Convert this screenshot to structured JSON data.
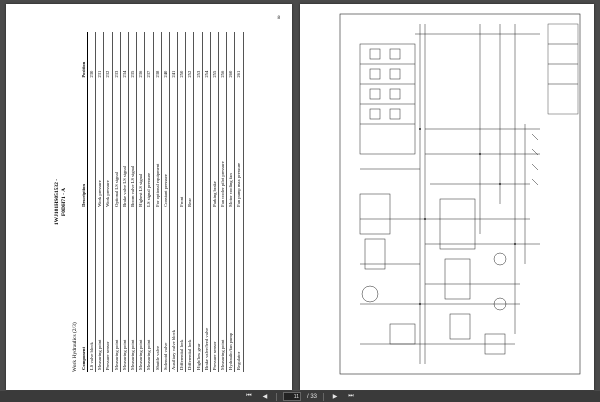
{
  "left_page": {
    "page_number": "8",
    "header_line1": "1WJ101HS051532 -",
    "header_line2": "F0DH71 - A",
    "table_title": "Work Hydraulics (2/3)",
    "columns": [
      "Component",
      "Description",
      "Position"
    ],
    "rows": [
      [
        "LS valve block",
        "",
        "230"
      ],
      [
        "Measuring point",
        "Work pressure",
        "231"
      ],
      [
        "Pressure sensor",
        "Work pressure",
        "232"
      ],
      [
        "Measuring point",
        "Optional LS signal",
        "233"
      ],
      [
        "Measuring point",
        "Brake valve LS signal",
        "234"
      ],
      [
        "Measuring point",
        "Boom valve LS signal",
        "235"
      ],
      [
        "Measuring point",
        "Highest LS signal",
        "236"
      ],
      [
        "Measuring point",
        "LS signal pressure",
        "237"
      ],
      [
        "Shuttle valve",
        "For optional equipment",
        "238"
      ],
      [
        "Solenoid valve",
        "Constant pressure",
        "240"
      ],
      [
        "Auxiliary valve block",
        "",
        "241"
      ],
      [
        "Differential lock",
        "Front",
        "250"
      ],
      [
        "Differential lock",
        "Rear",
        "252"
      ],
      [
        "High/low gear",
        "",
        "253"
      ],
      [
        "Brake valve/feed valve",
        "",
        "254"
      ],
      [
        "Pressure sensor",
        "Parking brake",
        "255"
      ],
      [
        "Measuring point",
        "Fan cooler pilot pressure",
        "256"
      ],
      [
        "Hydraulic/fan pump",
        "Motor cooling fan",
        "260"
      ],
      [
        "Regulator",
        "Fan pump max pressure",
        "261"
      ]
    ]
  },
  "toolbar": {
    "current_page": "11",
    "total_pages": "/ 33",
    "icons": [
      "first-page-icon",
      "prev-page-icon",
      "next-page-icon",
      "last-page-icon"
    ]
  }
}
